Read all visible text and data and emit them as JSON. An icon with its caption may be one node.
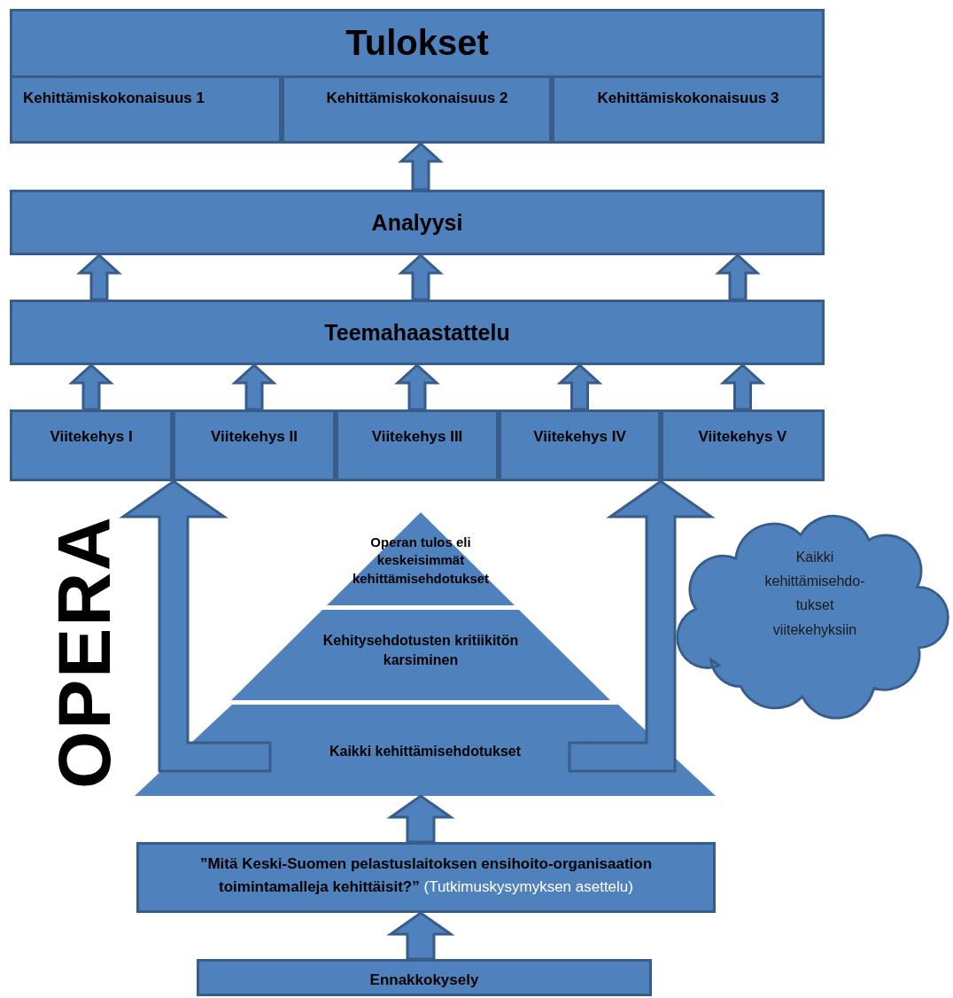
{
  "diagram": {
    "nodes": [
      {
        "text": [
          "Tulokset"
        ]
      },
      {
        "text": [
          "Kehittämiskokonaisuus 1"
        ],
        "in": 0
      },
      {
        "text": [
          "Kehittämiskokonaisuus 2"
        ],
        "in": 0
      },
      {
        "text": [
          "Kehittämiskokonaisuus 3"
        ],
        "in": 0
      },
      {
        "text": [
          "Analyysi"
        ]
      },
      {
        "text": [
          "Teemahaastattelu"
        ]
      },
      {
        "text": [],
        "shape": "box"
      },
      {
        "text": [
          "Viitekehys I"
        ],
        "in": 6
      },
      {
        "text": [
          "Viitekehys II"
        ],
        "in": 6
      },
      {
        "text": [
          "Viitekehys III"
        ],
        "in": 6
      },
      {
        "text": [
          "Viitekehys IV"
        ],
        "in": 6
      },
      {
        "text": [
          "Viitekehys V"
        ],
        "in": 6
      },
      {
        "text": [
          "Operan tulos eli keskeisimmät kehittämisehdotukset"
        ]
      },
      {
        "text": [
          "Kehitysehdotusten kritiikitön karsiminen"
        ]
      },
      {
        "text": [
          "Kaikki kehittämisehdotukset"
        ]
      },
      {
        "text": [
          "Kaikki kehittämisehdo- tukset viitekehyksiin"
        ]
      },
      {
        "text": [
          "”Mitä Keski-Suomen pelastuslaitoksen ensihoito-organisaation toimintamalleja kehittäisit?”",
          "(Tutkimuskysymyksen asettelu)"
        ]
      },
      {
        "text": [
          "Ennakkokysely"
        ]
      }
    ],
    "edges": [
      {
        "from": 17,
        "to": 16,
        "arrow": "to"
      },
      {
        "from": 16,
        "to": 14,
        "arrow": "to"
      },
      {
        "from": 14,
        "to": 6,
        "arrow": "to"
      },
      {
        "from": 14,
        "to": 6,
        "arrow": "to"
      },
      {
        "from": 7,
        "to": 5,
        "arrow": "to"
      },
      {
        "from": 8,
        "to": 5,
        "arrow": "to"
      },
      {
        "from": 9,
        "to": 5,
        "arrow": "to"
      },
      {
        "from": 10,
        "to": 5,
        "arrow": "to"
      },
      {
        "from": 11,
        "to": 5,
        "arrow": "to"
      },
      {
        "from": 5,
        "to": 4,
        "arrow": "to"
      },
      {
        "from": 5,
        "to": 4,
        "arrow": "to"
      },
      {
        "from": 5,
        "to": 4,
        "arrow": "to"
      },
      {
        "from": 4,
        "to": 0,
        "arrow": "to"
      }
    ],
    "labels": [
      "OPERA"
    ]
  }
}
